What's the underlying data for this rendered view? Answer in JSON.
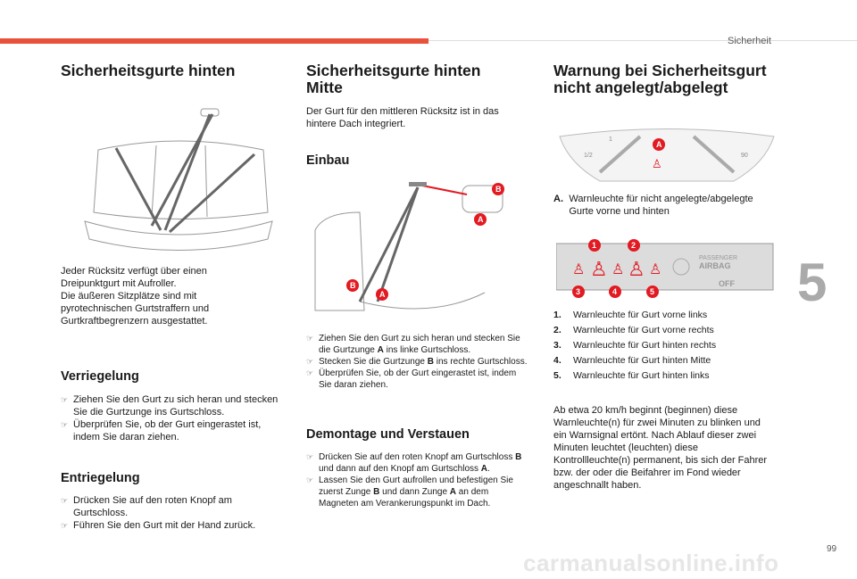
{
  "header": {
    "section": "Sicherheit",
    "chapter": "5",
    "page": "99",
    "watermark": "carmanualsonline.info"
  },
  "col1": {
    "title": "Sicherheitsgurte hinten",
    "intro": [
      "Jeder Rücksitz verfügt über einen",
      "Dreipunktgurt mit Aufroller.",
      "Die äußeren Sitzplätze sind mit",
      "pyrotechnischen Gurtstraffern und",
      "Gurtkraftbegrenzern ausgestattet."
    ],
    "lock_title": "Verriegelung",
    "lock_items": [
      [
        {
          "t": "Ziehen Sie den Gurt zu sich heran und stecken Sie die Gurtzunge ins Gurtschloss."
        }
      ],
      [
        {
          "t": "Überprüfen Sie, ob der Gurt eingerastet ist, indem Sie daran ziehen."
        }
      ]
    ],
    "unlock_title": "Entriegelung",
    "unlock_items": [
      [
        {
          "t": "Drücken Sie auf den roten Knopf am Gurtschloss."
        }
      ],
      [
        {
          "t": "Führen Sie den Gurt mit der Hand zurück."
        }
      ]
    ]
  },
  "col2": {
    "title": "Sicherheitsgurte hinten Mitte",
    "intro": "Der Gurt für den mittleren Rücksitz ist in das hintere Dach integriert.",
    "install_title": "Einbau",
    "labels": {
      "a": "A",
      "b": "B"
    },
    "install_items": [
      [
        {
          "t": "Ziehen Sie den Gurt zu sich heran und stecken Sie die Gurtzunge "
        },
        {
          "t": "A",
          "b": true
        },
        {
          "t": " ins linke Gurtschloss."
        }
      ],
      [
        {
          "t": "Stecken Sie die Gurtzunge "
        },
        {
          "t": "B",
          "b": true
        },
        {
          "t": " ins rechte Gurtschloss."
        }
      ],
      [
        {
          "t": "Überprüfen Sie, ob der Gurt eingerastet ist, indem Sie daran ziehen."
        }
      ]
    ],
    "remove_title": "Demontage und Verstauen",
    "remove_items": [
      [
        {
          "t": "Drücken Sie auf den roten Knopf am Gurtschloss "
        },
        {
          "t": "B",
          "b": true
        },
        {
          "t": " und dann auf den Knopf am Gurtschloss "
        },
        {
          "t": "A",
          "b": true
        },
        {
          "t": "."
        }
      ],
      [
        {
          "t": "Lassen Sie den Gurt aufrollen und befestigen Sie zuerst Zunge "
        },
        {
          "t": "B",
          "b": true
        },
        {
          "t": " und dann Zunge "
        },
        {
          "t": "A",
          "b": true
        },
        {
          "t": " an dem Magneten am Verankerungspunkt im Dach."
        }
      ]
    ]
  },
  "col3": {
    "title": "Warnung bei Sicherheitsgurt nicht angelegt/abgelegt",
    "gauge": {
      "fuel_half": "1/2",
      "fuel_full": "1",
      "temp": "90",
      "badge": "A"
    },
    "a_label": "A.",
    "a_text": "Warnleuchte für nicht angelegte/abgelegte Gurte vorne und hinten",
    "panel": {
      "passenger": "PASSENGER",
      "airbag": "AIRBAG",
      "off": "OFF",
      "badges": [
        "1",
        "2",
        "3",
        "4",
        "5"
      ]
    },
    "items": [
      {
        "n": "1.",
        "t": "Warnleuchte für Gurt vorne links"
      },
      {
        "n": "2.",
        "t": "Warnleuchte für Gurt vorne rechts"
      },
      {
        "n": "3.",
        "t": "Warnleuchte für Gurt hinten rechts"
      },
      {
        "n": "4.",
        "t": "Warnleuchte für Gurt hinten Mitte"
      },
      {
        "n": "5.",
        "t": "Warnleuchte für Gurt hinten links"
      }
    ],
    "para": "Ab etwa 20 km/h beginnt (beginnen) diese Warnleuchte(n) für zwei Minuten zu blinken und ein Warnsignal ertönt. Nach Ablauf dieser zwei Minuten leuchtet (leuchten) diese Kontrollleuchte(n) permanent, bis sich der Fahrer bzw. der oder die Beifahrer im Fond wieder angeschnallt haben."
  }
}
